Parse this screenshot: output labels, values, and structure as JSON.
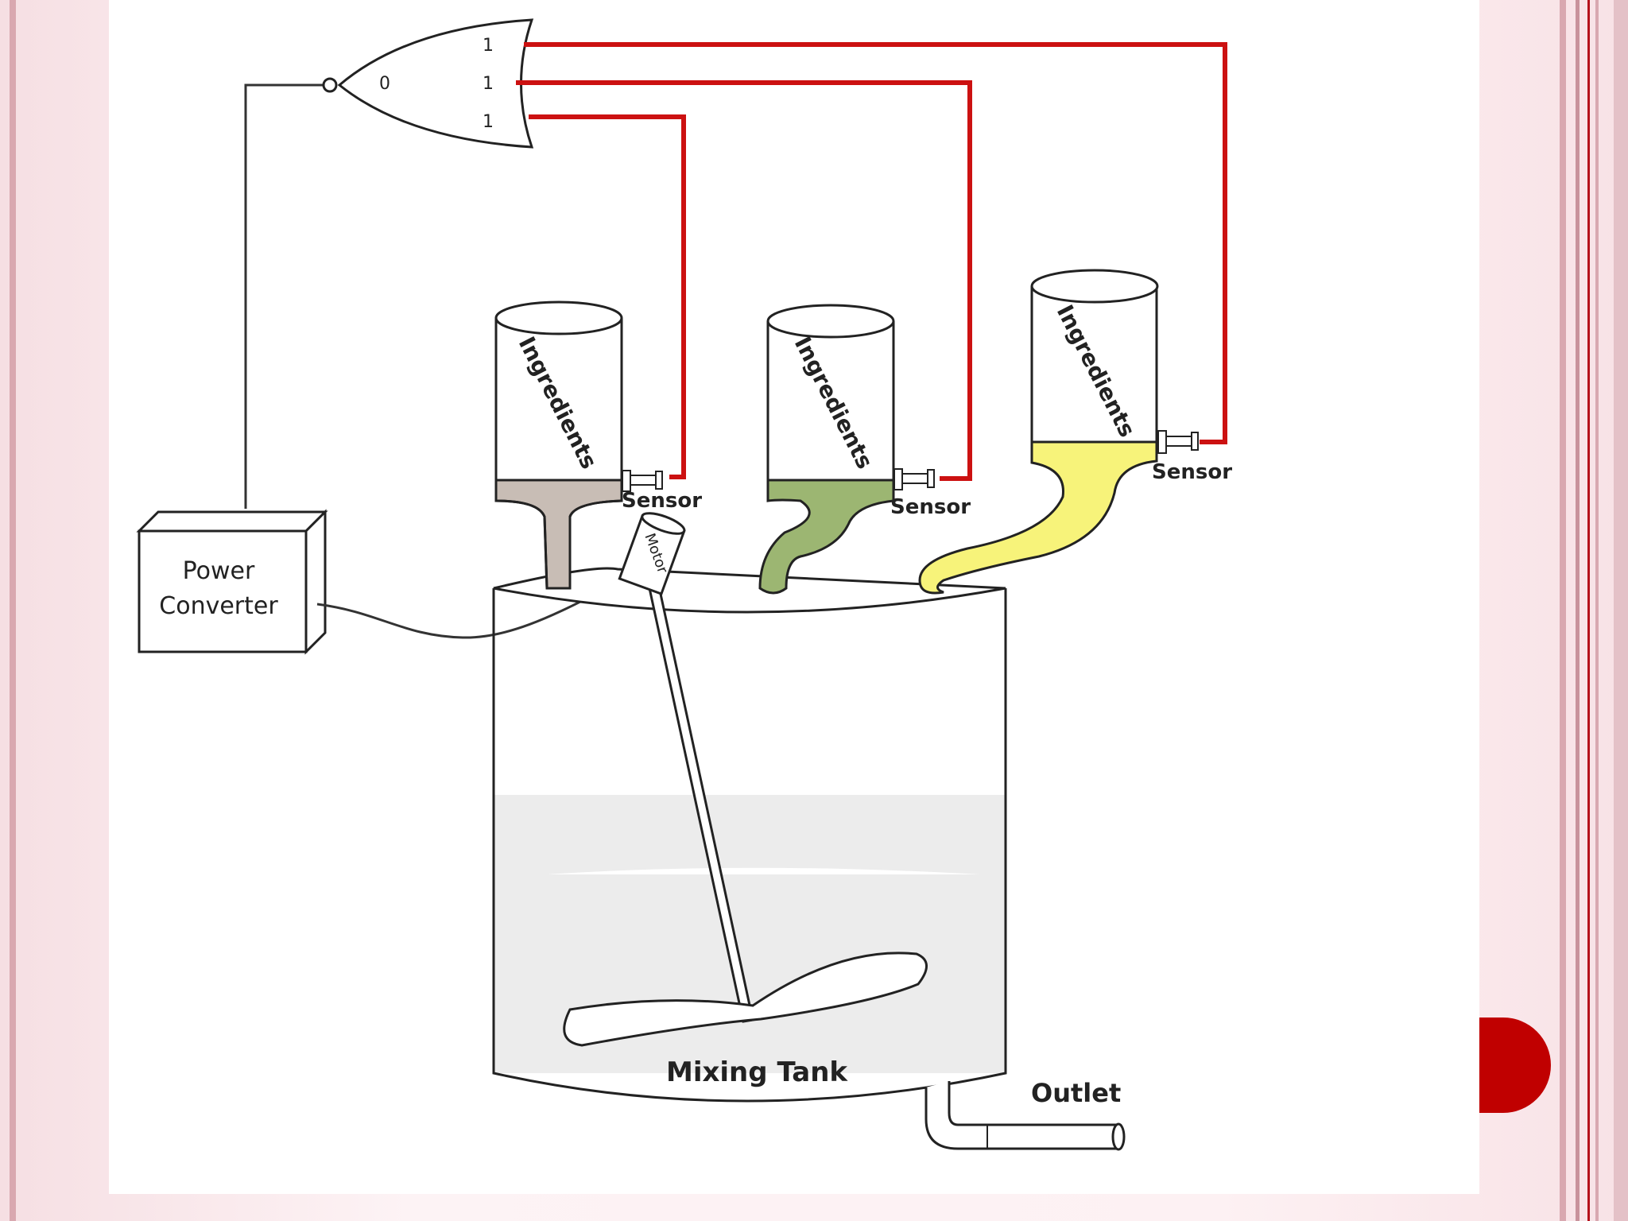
{
  "gate": {
    "output": "0",
    "inputs": [
      "1",
      "1",
      "1"
    ]
  },
  "power_converter": {
    "line1": "Power",
    "line2": "Converter"
  },
  "containers": [
    {
      "label": "Ingredients",
      "sensor": "Sensor",
      "fill_color": "#c8bdb5"
    },
    {
      "label": "Ingredients",
      "sensor": "Sensor",
      "fill_color": "#9cb672"
    },
    {
      "label": "Ingredients",
      "sensor": "Sensor",
      "fill_color": "#f7f37a"
    }
  ],
  "motor": {
    "label": "Motor"
  },
  "tank": {
    "label": "Mixing Tank",
    "liquid_color": "#ececec"
  },
  "outlet": {
    "label": "Outlet"
  },
  "colors": {
    "signal_wire": "#cc1111",
    "power_wire": "#333333",
    "accent_dot": "#c00000"
  }
}
